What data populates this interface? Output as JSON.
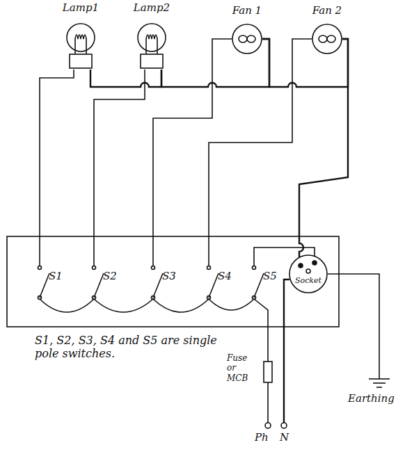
{
  "diagram": {
    "nodes": [
      {
        "text": [
          "Lamp1"
        ]
      },
      {
        "text": [
          "Lamp2"
        ]
      },
      {
        "text": [
          "Fan 1"
        ]
      },
      {
        "text": [
          "Fan 2"
        ]
      },
      {
        "text": [
          "Socket"
        ]
      }
    ],
    "edges": [
      {
        "from": 0,
        "to": 1,
        "arrow": "none"
      },
      {
        "from": 1,
        "to": 2,
        "arrow": "none"
      },
      {
        "from": 2,
        "to": 3,
        "arrow": "none"
      },
      {
        "from": 3,
        "to": 4,
        "arrow": "none"
      }
    ],
    "labels": [
      "S1",
      "S2",
      "S3",
      "S4",
      "S5",
      "S1, S2, S3, S4 and S5 are single pole switches.",
      "Fuse or MCB",
      "Ph",
      "N",
      "Earthing"
    ]
  }
}
